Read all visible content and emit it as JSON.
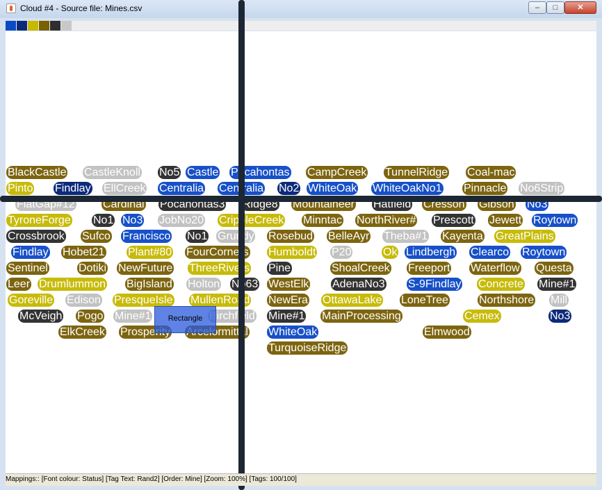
{
  "window": {
    "title": "Cloud #4 - Source file: Mines.csv"
  },
  "palette": [
    "#0a4cc4",
    "#0b2a78",
    "#c7b800",
    "#7a6000",
    "#2f2f2f",
    "#c8c8c8"
  ],
  "colors": {
    "light_blue": "#1750c8",
    "dark_blue": "#0d2a7a",
    "yellow": "#c7bb0a",
    "olive": "#7d6510",
    "dark": "#333333",
    "gray": "#c2c2c2"
  },
  "tags": [
    {
      "text": "BlackCastle",
      "color": "olive"
    },
    {
      "text": "CastleKnoll",
      "color": "gray"
    },
    {
      "text": "No5",
      "color": "dark"
    },
    {
      "text": "Castle",
      "color": "light_blue"
    },
    {
      "text": "Pocahontas",
      "color": "light_blue"
    },
    {
      "text": "CampCreek",
      "color": "olive"
    },
    {
      "text": "TunnelRidge",
      "color": "olive"
    },
    {
      "text": "Coal-mac",
      "color": "olive"
    },
    {
      "text": "Pinto",
      "color": "yellow"
    },
    {
      "text": "Findlay",
      "color": "dark_blue"
    },
    {
      "text": "EllCreek",
      "color": "gray"
    },
    {
      "text": "Centralia",
      "color": "light_blue"
    },
    {
      "text": "Centralia",
      "color": "light_blue"
    },
    {
      "text": "No2",
      "color": "dark_blue"
    },
    {
      "text": "WhiteOak",
      "color": "light_blue"
    },
    {
      "text": "WhiteOakNo1",
      "color": "light_blue"
    },
    {
      "text": "Pinnacle",
      "color": "olive"
    },
    {
      "text": "No6Strip",
      "color": "gray"
    },
    {
      "text": "FlatGap#12",
      "color": "gray"
    },
    {
      "text": "Cardinal",
      "color": "olive"
    },
    {
      "text": "Pocahontas3",
      "color": "dark"
    },
    {
      "text": "Ridge8",
      "color": "dark"
    },
    {
      "text": "Mountaineer",
      "color": "olive"
    },
    {
      "text": "Hatfield",
      "color": "dark"
    },
    {
      "text": "Cresson",
      "color": "olive"
    },
    {
      "text": "Gibson",
      "color": "olive"
    },
    {
      "text": "No3",
      "color": "light_blue"
    },
    {
      "text": "TyroneForge",
      "color": "yellow"
    },
    {
      "text": "No1",
      "color": "dark"
    },
    {
      "text": "No3",
      "color": "light_blue"
    },
    {
      "text": "JobNo20",
      "color": "gray"
    },
    {
      "text": "CrippleCreek",
      "color": "yellow"
    },
    {
      "text": "Minntac",
      "color": "olive"
    },
    {
      "text": "NorthRiver#",
      "color": "olive"
    },
    {
      "text": "Prescott",
      "color": "dark"
    },
    {
      "text": "Jewett",
      "color": "olive"
    },
    {
      "text": "Roytown",
      "color": "light_blue"
    },
    {
      "text": "Crossbrook",
      "color": "dark"
    },
    {
      "text": "Sufco",
      "color": "olive"
    },
    {
      "text": "Francisco",
      "color": "light_blue"
    },
    {
      "text": "No1",
      "color": "dark"
    },
    {
      "text": "Grundy",
      "color": "gray"
    },
    {
      "text": "Rosebud",
      "color": "olive"
    },
    {
      "text": "BelleAyr",
      "color": "olive"
    },
    {
      "text": "Theba#1",
      "color": "gray"
    },
    {
      "text": "Kayenta",
      "color": "olive"
    },
    {
      "text": "GreatPlains",
      "color": "yellow"
    },
    {
      "text": "Findlay",
      "color": "light_blue"
    },
    {
      "text": "Hobet21",
      "color": "olive"
    },
    {
      "text": "Plant#80",
      "color": "yellow"
    },
    {
      "text": "FourCorners",
      "color": "olive"
    },
    {
      "text": "Humboldt",
      "color": "yellow"
    },
    {
      "text": "P20",
      "color": "gray"
    },
    {
      "text": "Ok",
      "color": "yellow"
    },
    {
      "text": "Lindbergh",
      "color": "light_blue"
    },
    {
      "text": "Clearco",
      "color": "light_blue"
    },
    {
      "text": "Roytown",
      "color": "light_blue"
    },
    {
      "text": "Sentinel",
      "color": "olive"
    },
    {
      "text": "Dotiki",
      "color": "olive"
    },
    {
      "text": "NewFuture",
      "color": "olive"
    },
    {
      "text": "ThreeRivers",
      "color": "yellow"
    },
    {
      "text": "Pine",
      "color": "dark"
    },
    {
      "text": "ShoalCreek",
      "color": "olive"
    },
    {
      "text": "Freeport",
      "color": "olive"
    },
    {
      "text": "Waterflow",
      "color": "olive"
    },
    {
      "text": "Questa",
      "color": "olive"
    },
    {
      "text": "Leer",
      "color": "olive"
    },
    {
      "text": "Drumlummon",
      "color": "yellow"
    },
    {
      "text": "BigIsland",
      "color": "olive"
    },
    {
      "text": "Holton",
      "color": "gray"
    },
    {
      "text": "No63",
      "color": "dark"
    },
    {
      "text": "WestElk",
      "color": "olive"
    },
    {
      "text": "AdenaNo3",
      "color": "dark"
    },
    {
      "text": "S-9Findlay",
      "color": "light_blue"
    },
    {
      "text": "Concrete",
      "color": "yellow"
    },
    {
      "text": "Mine#1",
      "color": "dark"
    },
    {
      "text": "Goreville",
      "color": "yellow"
    },
    {
      "text": "Edison",
      "color": "gray"
    },
    {
      "text": "PresqueIsle",
      "color": "yellow"
    },
    {
      "text": "MullenRoad",
      "color": "yellow"
    },
    {
      "text": "NewEra",
      "color": "olive"
    },
    {
      "text": "OttawaLake",
      "color": "yellow"
    },
    {
      "text": "LoneTree",
      "color": "olive"
    },
    {
      "text": "Northshore",
      "color": "olive"
    },
    {
      "text": "Mill",
      "color": "gray"
    },
    {
      "text": "McVeigh",
      "color": "dark"
    },
    {
      "text": "Pogo",
      "color": "olive"
    },
    {
      "text": "Mine#1",
      "color": "gray"
    },
    {
      "text": "Birchfield",
      "color": "gray"
    },
    {
      "text": "Mine#1",
      "color": "dark"
    },
    {
      "text": "MainProcessing",
      "color": "olive"
    },
    {
      "text": "Cemex",
      "color": "yellow"
    },
    {
      "text": "No3",
      "color": "dark_blue"
    },
    {
      "text": "ElkCreek",
      "color": "olive"
    },
    {
      "text": "Prosperity",
      "color": "olive"
    },
    {
      "text": "Arcelormittal",
      "color": "olive"
    },
    {
      "text": "WhiteOak",
      "color": "light_blue"
    },
    {
      "text": "Elmwood",
      "color": "olive"
    },
    {
      "text": "TurquoiseRidge",
      "color": "olive"
    }
  ],
  "selection": {
    "label": "Rectangle"
  },
  "status": {
    "text": "Mappings:: [Font colour: Status]  [Tag Text: Rand2]  [Order: Mine]  [Zoom: 100%]  [Tags: 100/100]"
  }
}
